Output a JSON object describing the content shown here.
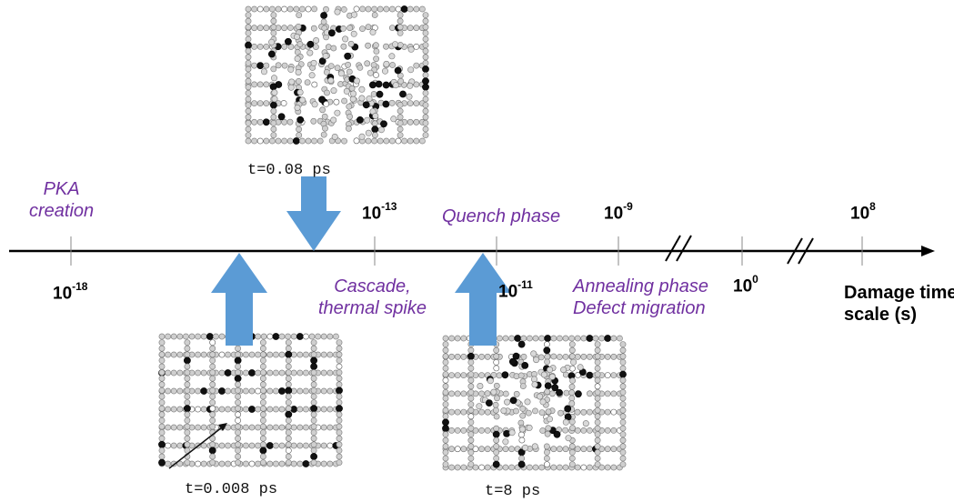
{
  "stages": {
    "pka": [
      "PKA",
      "creation"
    ],
    "cascade": [
      "Cascade,",
      "thermal spike"
    ],
    "quench": "Quench phase",
    "annealing": [
      "Annealing phase",
      "Defect migration"
    ]
  },
  "ticks": [
    {
      "base": "10",
      "exp": "-18"
    },
    {
      "base": "10",
      "exp": "-13"
    },
    {
      "base": "10",
      "exp": "-11"
    },
    {
      "base": "10",
      "exp": "-9"
    },
    {
      "base": "10",
      "exp": "0"
    },
    {
      "base": "10",
      "exp": "8"
    }
  ],
  "axis_label": [
    "Damage time",
    "scale (s)"
  ],
  "snapshots": {
    "top": "t=0.08 ps",
    "bottom_left": "t=0.008 ps",
    "bottom_right": "t=8 ps"
  },
  "colors": {
    "arrow": "#5b9bd5",
    "stage_text": "#7030a0",
    "axis": "#000000"
  }
}
